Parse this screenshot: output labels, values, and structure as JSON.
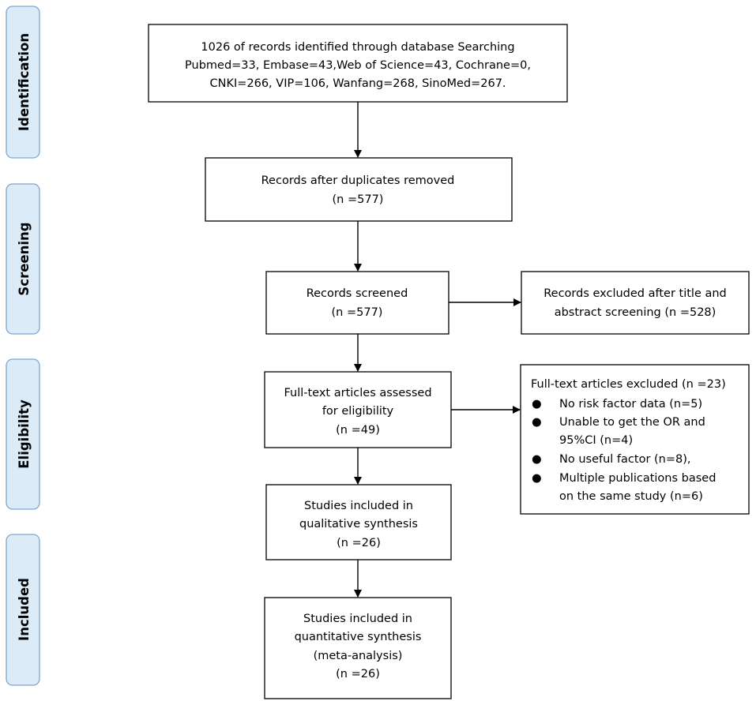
{
  "stages": {
    "identification": "Identification",
    "screening": "Screening",
    "eligibility": "Eligibility",
    "included": "Included"
  },
  "boxes": {
    "identified": {
      "line1": "1026 of records identified through database Searching",
      "line2": "Pubmed=33, Embase=43,Web of Science=43, Cochrane=0,",
      "line3": "CNKI=266, VIP=106, Wanfang=268, SinoMed=267."
    },
    "duplicates_removed": {
      "line1": "Records after duplicates removed",
      "line2": "(n =577)"
    },
    "screened": {
      "line1": "Records screened",
      "line2": "(n =577)"
    },
    "excluded_title": {
      "line1": "Records excluded after title and",
      "line2": "abstract screening (n =528)"
    },
    "fulltext_assessed": {
      "line1": "Full-text articles assessed",
      "line2": "for eligibility",
      "line3": "(n =49)"
    },
    "fulltext_excluded": {
      "title": "Full-text articles excluded (n =23)",
      "bullet": "●",
      "item1": "No risk factor data (n=5)",
      "item2a": "Unable to get the OR and",
      "item2b": "95%CI (n=4)",
      "item3": "No useful factor (n=8),",
      "item4a": "Multiple publications based",
      "item4b": "on the same study (n=6)"
    },
    "qualitative": {
      "line1": "Studies included in",
      "line2": "qualitative synthesis",
      "line3": "(n =26)"
    },
    "quantitative": {
      "line1": "Studies included in",
      "line2": "quantitative synthesis",
      "line3": "(meta-analysis)",
      "line4": "(n =26)"
    }
  }
}
